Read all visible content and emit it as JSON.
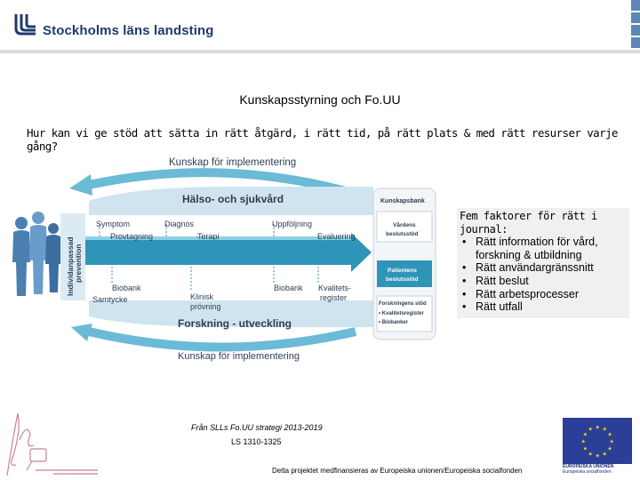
{
  "header": {
    "logo_text": "Stockholms läns landsting"
  },
  "title": "Kunskapsstyrning och Fo.UU",
  "question": "Hur kan vi ge stöd att sätta in rätt åtgärd, i rätt tid, på rätt plats & med rätt resurser varje gång?",
  "diagram": {
    "top_arrow_label": "Kunskap för implementering",
    "bottom_arrow_label": "Kunskap för implementering",
    "upper_band": "Hälso- och sjukvård",
    "lower_band": "Forskning - utveckling",
    "side_label_1": "Individanpassad",
    "side_label_2": "prevention",
    "upper_steps": [
      "Symptom",
      "Provtagning",
      "Diagnos",
      "Terapi",
      "Uppföljning",
      "Evaluering"
    ],
    "lower_steps": [
      "Biobank",
      "Samtycke",
      "Klinisk",
      "prövning",
      "Biobank",
      "Kvalitets-",
      "register"
    ],
    "kb_title": "Kunskapsbank",
    "kb_care_1": "Vårdens",
    "kb_care_2": "beslutsstöd",
    "kb_patient_1": "Patientens",
    "kb_patient_2": "beslutsstöd",
    "kb_research_title": "Forskningens stöd",
    "kb_research_items": [
      "• Kvalitetsregister",
      "• Biobanker"
    ]
  },
  "facts": {
    "title": "Fem faktorer för rätt i journal:",
    "items": [
      "Rätt information för vård, forskning & utbildning",
      "Rätt användargränssnitt",
      "Rätt beslut",
      "Rätt arbetsprocesser",
      "Rätt utfall"
    ]
  },
  "source": {
    "line1": "Från SLLs Fo.UU strategi 2013-2019",
    "line2": "LS 1310-1325"
  },
  "footer": {
    "note": "Detta projektet medfinansieras av Europeiska unionen/Europeiska socialfonden",
    "eu_line1": "EUROPEISKA UNIONEN",
    "eu_line2": "Europeiska socialfonden"
  },
  "colors": {
    "brand": "#1f3a6b",
    "arrow": "#2f95b8",
    "arrow_light": "#8fd0e4"
  }
}
